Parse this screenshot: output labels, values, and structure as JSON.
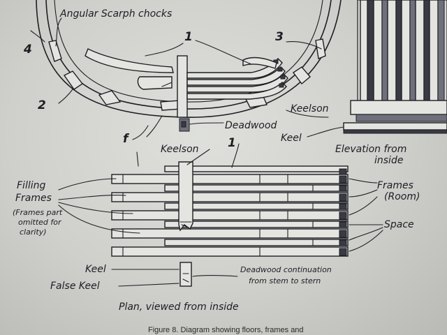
{
  "labels": {
    "chocks": "Angular Scarph chocks",
    "n1_top": "1",
    "n2": "2",
    "n3": "3",
    "n4": "4",
    "keelson_top": "Keelson",
    "deadwood": "Deadwood",
    "keel_right": "Keel",
    "elevation_line1": "Elevation from",
    "elevation_line2": "inside",
    "f": "f",
    "keelson_plan": "Keelson",
    "n1_plan": "1",
    "filling_line1": "Filling",
    "filling_line2": "Frames",
    "omitted_line1": "(Frames part",
    "omitted_line2": "omitted for",
    "omitted_line3": "clarity)",
    "frames_line1": "Frames",
    "frames_line2": "(Room)",
    "space": "Space",
    "keel_plan": "Keel",
    "false_keel": "False Keel",
    "deadwood_cont_line1": "Deadwood continuation",
    "deadwood_cont_line2": "from stem to stern",
    "plan_caption": "Plan, viewed from inside",
    "figure_caption": "Figure 8.  Diagram showing floors, frames and"
  }
}
